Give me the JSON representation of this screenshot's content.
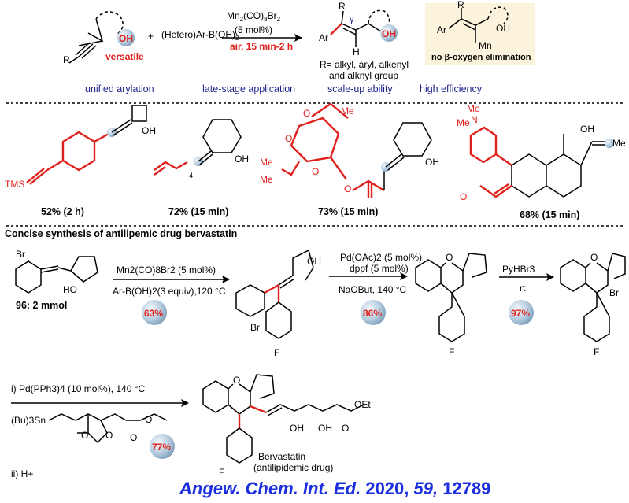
{
  "scheme1": {
    "reagent": "(Hetero)Ar-B(OH)",
    "reagent_sub": "2",
    "cond_top": "Mn",
    "cond_top_sub1": "2",
    "cond_top_mid": "(CO)",
    "cond_top_sub2": "8",
    "cond_top_end": "Br",
    "cond_top_sub3": "2",
    "cond_mol": "(5 mol%)",
    "cond_bottom": "air, 15 min-2 h",
    "oh": "OH",
    "versatile": "versatile",
    "r": "R",
    "ar": "Ar",
    "gamma": "γ",
    "h": "H",
    "r_def1": "R= alkyl, aryl, alkenyl",
    "r_def2": "and alknyl group",
    "mn": "Mn",
    "no_beta": "no β-oxygen elimination",
    "plus": "+"
  },
  "keywords": [
    "unified arylation",
    "late-stage application",
    "scale-up ability",
    "high efficiency"
  ],
  "examples": {
    "tms": "TMS",
    "y1": "52% (2 h)",
    "sub4": "4",
    "y2": "72% (15 min)",
    "y3": "73% (15 min)",
    "y4": "68% (15 min)",
    "me": "Me",
    "n": "N",
    "o": "O",
    "oh": "OH"
  },
  "synthesis": {
    "title": "Concise synthesis of antilipemic drug bervastatin",
    "br": "Br",
    "ho": "HO",
    "oh": "OH",
    "start_label": "96: 2 mmol",
    "step1_top": "Mn2(CO)8Br2 (5 mol%)",
    "step1_bottom": "Ar-B(OH)2(3 equiv),120 °C",
    "step1_yield": "63%",
    "step2_top": "Pd(OAc)2 (5 mol%)",
    "step2_mid": "dppf (5 mol%)",
    "step2_bottom": "NaOBut, 140 °C",
    "step2_yield": "86%",
    "step3_top": "PyHBr3",
    "step3_bottom": "rt",
    "step3_yield": "97%",
    "f": "F",
    "o": "O",
    "step4_i": "i)  Pd(PPh3)4 (10 mol%), 140 °C",
    "step4_ii": "ii) H+",
    "stannane": "(Bu)3Sn",
    "oet": "OEt",
    "step4_yield": "77%",
    "product_name": "Bervastatin",
    "product_desc": "(antilipidemic drug)"
  },
  "citation": {
    "journal": "Angew. Chem. Int. Ed.",
    "year": "2020,",
    "volume": "59,",
    "pages": "12789"
  },
  "colors": {
    "red": "#e0201c",
    "blue": "#1b1f8a",
    "cite": "#1c2fe0",
    "highlight": "#fbf3dc"
  }
}
